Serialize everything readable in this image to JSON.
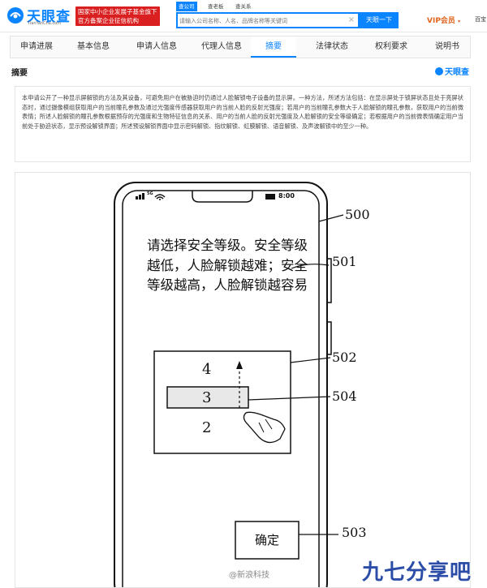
{
  "header": {
    "logo_text": "天眼查",
    "logo_sub": "TianYanCha.com",
    "promo_line1": "国家中小企业发展子基金旗下",
    "promo_line2": "官方备案企业征信机构",
    "search_tabs": [
      "查公司",
      "查老板",
      "查关系"
    ],
    "search_placeholder": "请输入公司名称、人名、品牌名称等关键词",
    "search_clear": "×",
    "search_button": "天眼一下",
    "vip_label": "VIP会员",
    "vip_caret": "▾",
    "extra_link": "百宝"
  },
  "nav": {
    "tabs": [
      "申请进展",
      "基本信息",
      "申请人信息",
      "代理人信息",
      "摘要",
      "法律状态",
      "权利要求",
      "说明书"
    ],
    "active_index": 4
  },
  "section": {
    "title": "摘要",
    "brand": "天眼查"
  },
  "abstract": {
    "text": "本申请公开了一种显示屏解锁的方法及其设备，可避免用户在被胁迫时仍通过人脸解锁电子设备的显示屏。一种方法，所述方法包括：在显示屏处于锁屏状态且处于亮屏状态时，通过摄像模组获取用户的当前瞳孔参数及通过光强度传感器获取用户的当前人脸的反射光强度；若用户的当前瞳孔参数大于人脸解锁的瞳孔参数，获取用户的当前微表情；所述人脸解锁的瞳孔参数根据预存的光强度和生物特征信息的关系、用户的当前人脸的反射光强度及人脸解锁的安全等级确定；若根据用户的当前微表情确定用户当前处于胁迫状态，显示预设解锁界面；所述预设解锁界面中显示密码解锁、指纹解锁、虹膜解锁、语音解锁、及声波解锁中的至少一种。"
  },
  "figure": {
    "status_signal": "5G",
    "status_time": "8:00",
    "prompt_text": "请选择安全等级。安全等级越低，人脸解锁越难；安全等级越高，人脸解锁越容易",
    "level_top": "4",
    "level_mid": "3",
    "level_bottom": "2",
    "confirm_label": "确定",
    "refs": {
      "phone": "500",
      "prompt": "501",
      "selector": "502",
      "confirm": "503",
      "slider": "504"
    }
  },
  "watermark": {
    "text": "@新浪科技",
    "site_logo": "九七分享吧"
  },
  "colors": {
    "brand_blue": "#0b84ff",
    "promo_red": "#d91f1f",
    "vip_orange": "#e0651f"
  }
}
